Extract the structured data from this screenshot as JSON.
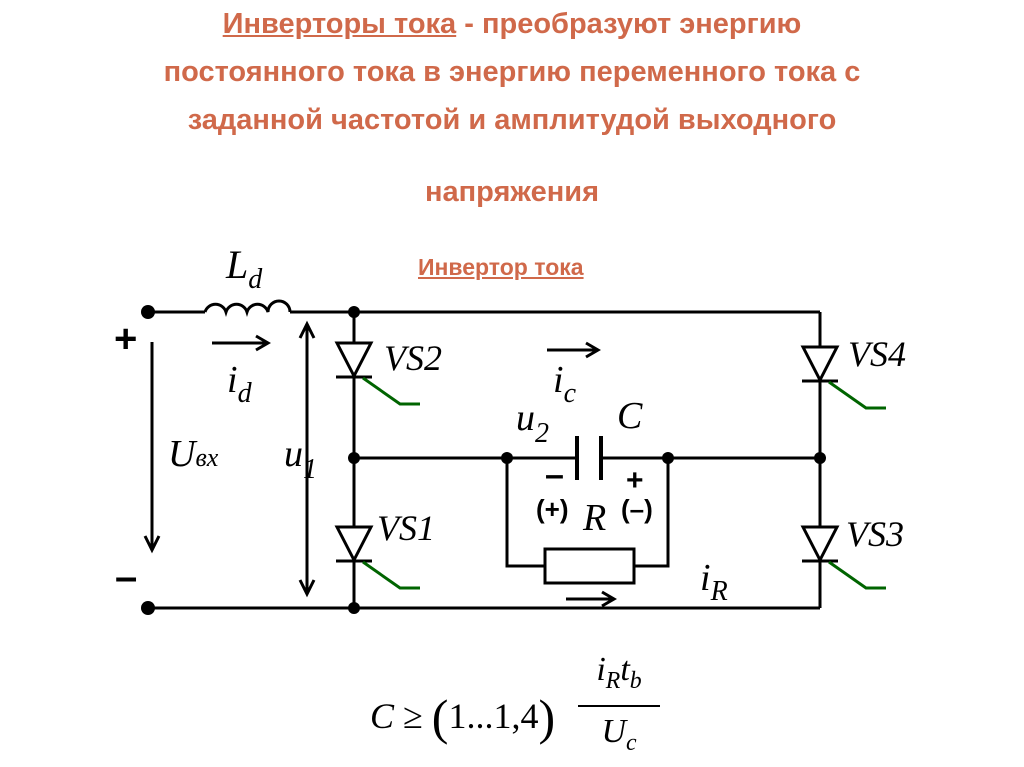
{
  "title": {
    "lead": "Инверторы тока",
    "rest": " - преобразуют энергию",
    "line2": "постоянного тока в энергию переменного тока с",
    "line3": "заданной частотой и амплитудой выходного",
    "line4": "напряжения"
  },
  "subtitle": "Инвертор тока",
  "circuit": {
    "inductor": "L",
    "inductor_sub": "d",
    "current_d": "i",
    "current_d_sub": "d",
    "plus": "+",
    "minus": "–",
    "uin": "U",
    "uin_sub": "вх",
    "u1": "u",
    "u1_sub": "1",
    "u2": "u",
    "u2_sub": "2",
    "ic": "i",
    "ic_sub": "c",
    "cap": "C",
    "res": "R",
    "ir": "i",
    "ir_sub": "R",
    "cap_minus": "–",
    "cap_plus": "+",
    "pol_plus": "(+)",
    "pol_minus": "(–)",
    "vs2": "VS2",
    "vs1": "VS1",
    "vs4": "VS4",
    "vs3": "VS3"
  },
  "formula": {
    "lhs": "C",
    "rel": " ≥ ",
    "coef": "1...1,4",
    "num_i": "i",
    "num_i_sub": "R",
    "num_t": "t",
    "num_t_sub": "b",
    "den": "U",
    "den_sub": "c"
  },
  "colors": {
    "title": "#d0694a",
    "wire": "#000000",
    "thyristor_gate": "#006400"
  }
}
